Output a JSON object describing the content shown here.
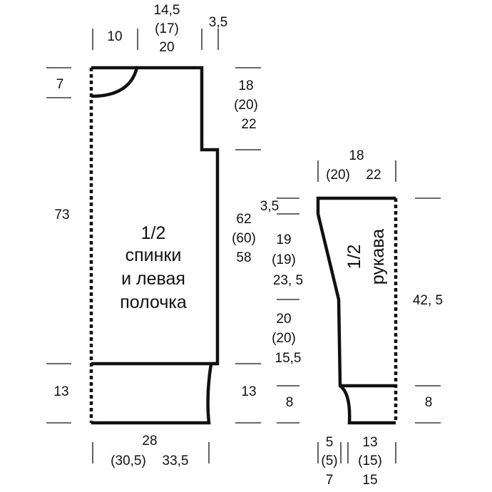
{
  "body_piece": {
    "title": "1/2",
    "title_lines": [
      "спинки",
      "и левая",
      "полочка"
    ],
    "top_widths": {
      "neck": "10",
      "shoulder": [
        "14,5",
        "(17)",
        "20"
      ],
      "armhole_step": "3,5"
    },
    "neck_depth": "7",
    "armhole_depth": [
      "18",
      "(20)",
      "22"
    ],
    "total_length": "73",
    "side_length": [
      "62",
      "(60)",
      "58"
    ],
    "hem_left": "13",
    "hem_right": "13",
    "bottom_width": [
      "28",
      "(30,5)",
      "33,5"
    ]
  },
  "sleeve_piece": {
    "title": "1/2",
    "title_sub": "рукава",
    "top_width": [
      "18",
      "(20)",
      "22"
    ],
    "cap_left": "3,5",
    "taper_upper": [
      "19",
      "(19)",
      "23, 5"
    ],
    "taper_lower": [
      "20",
      "(20)",
      "15,5"
    ],
    "cuff_left": "8",
    "cuff_right": "8",
    "total_length": "42, 5",
    "bottom_small": [
      "5",
      "(5)",
      "7"
    ],
    "bottom_large": [
      "13",
      "(15)",
      "15"
    ]
  }
}
